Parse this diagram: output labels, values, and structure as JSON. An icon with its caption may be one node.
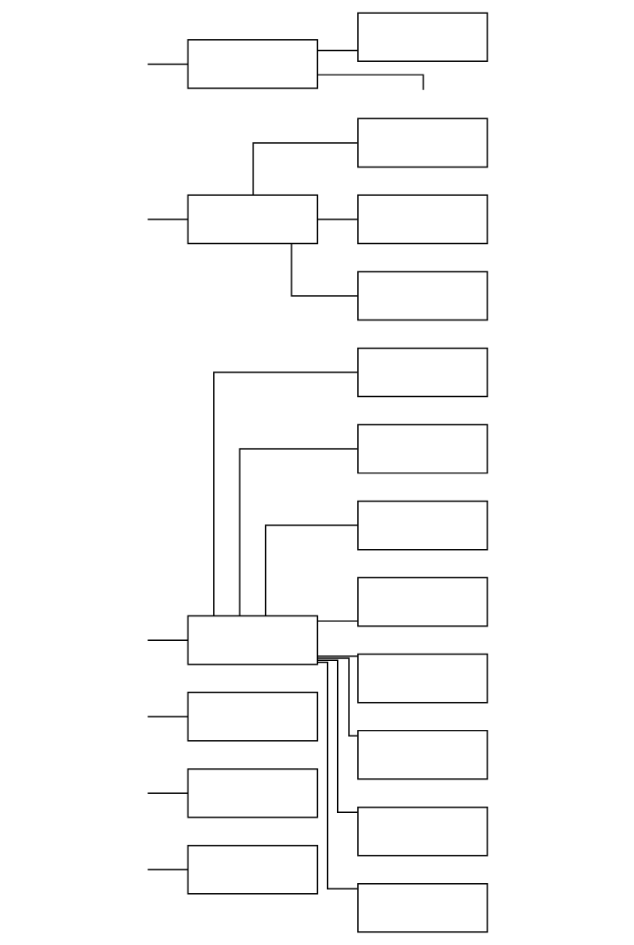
{
  "diagram": {
    "nodes": [
      {
        "text": [],
        "shape": "box"
      },
      {
        "text": [],
        "shape": "box"
      },
      {
        "text": [],
        "shape": "box"
      },
      {
        "text": [],
        "shape": "box"
      },
      {
        "text": [],
        "shape": "box"
      },
      {
        "text": [],
        "shape": "box"
      },
      {
        "text": [],
        "shape": "box"
      },
      {
        "text": [],
        "shape": "box"
      },
      {
        "text": [],
        "shape": "box"
      },
      {
        "text": [],
        "shape": "box"
      },
      {
        "text": [],
        "shape": "box"
      },
      {
        "text": [],
        "shape": "box"
      },
      {
        "text": [],
        "shape": "box"
      },
      {
        "text": [],
        "shape": "box"
      },
      {
        "text": [],
        "shape": "box"
      },
      {
        "text": [],
        "shape": "box"
      },
      {
        "text": [],
        "shape": "box"
      },
      {
        "text": [],
        "shape": "box"
      }
    ],
    "edges": [
      {
        "from": null,
        "to": 0,
        "arrow": "none"
      },
      {
        "from": null,
        "to": 1,
        "arrow": "none"
      },
      {
        "from": null,
        "to": 2,
        "arrow": "none"
      },
      {
        "from": null,
        "to": 3,
        "arrow": "none"
      },
      {
        "from": 3,
        "to": 4,
        "arrow": "none"
      },
      {
        "from": 3,
        "to": 5,
        "arrow": "none"
      },
      {
        "from": 3,
        "to": 6,
        "arrow": "none"
      },
      {
        "from": 3,
        "to": 7,
        "arrow": "none"
      },
      {
        "from": 3,
        "to": 8,
        "arrow": "none"
      },
      {
        "from": 3,
        "to": 9,
        "arrow": "none"
      },
      {
        "from": 3,
        "to": 10,
        "arrow": "none"
      },
      {
        "from": 3,
        "to": 11,
        "arrow": "none"
      },
      {
        "from": null,
        "to": 12,
        "arrow": "none"
      },
      {
        "from": 12,
        "to": 13,
        "arrow": "none"
      },
      {
        "from": 12,
        "to": 14,
        "arrow": "none"
      },
      {
        "from": 12,
        "to": 15,
        "arrow": "none"
      },
      {
        "from": null,
        "to": 16,
        "arrow": "none"
      },
      {
        "from": 16,
        "to": 17,
        "arrow": "none"
      },
      {
        "from": 16,
        "to": null,
        "arrow": "none"
      }
    ]
  }
}
